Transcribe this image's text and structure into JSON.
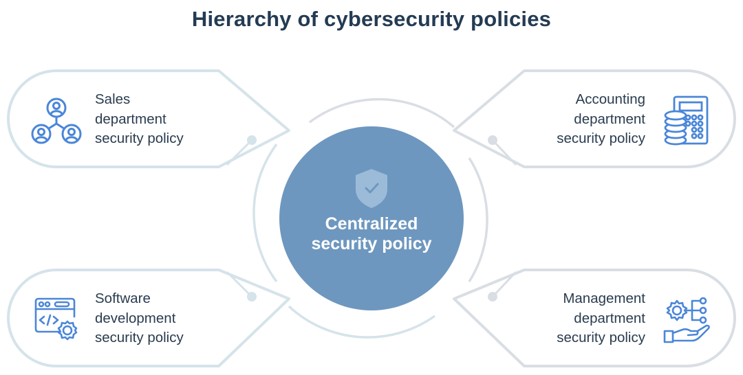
{
  "title": "Hierarchy of cybersecurity policies",
  "center": {
    "label": "Centralized security policy",
    "line1": "Centralized",
    "line2": "security policy",
    "icon": "shield-check-icon"
  },
  "cards": [
    {
      "position": "top-left",
      "lines": [
        "Sales",
        "department",
        "security policy"
      ],
      "icon": "team-network-icon"
    },
    {
      "position": "top-right",
      "lines": [
        "Accounting",
        "department",
        "security policy"
      ],
      "icon": "calculator-coins-icon"
    },
    {
      "position": "bottom-left",
      "lines": [
        "Software",
        "development",
        "security policy"
      ],
      "icon": "code-window-gear-icon"
    },
    {
      "position": "bottom-right",
      "lines": [
        "Management",
        "department",
        "security policy"
      ],
      "icon": "hand-gear-network-icon"
    }
  ],
  "colors": {
    "title": "#243b53",
    "text": "#2a3c4f",
    "center_fill": "#6e97bf",
    "icon_blue": "#4a86d8",
    "outline_left": "#d5e3ea",
    "outline_right": "#d9dee4"
  }
}
